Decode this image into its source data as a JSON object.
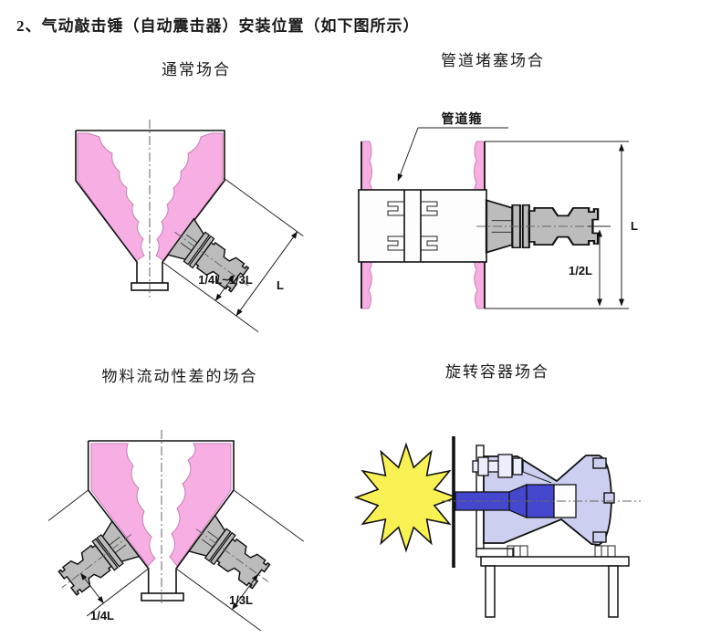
{
  "title": "2、气动敲击锤（自动震击器）安装位置（如下图所示）",
  "colors": {
    "pink": "#f6aee3",
    "gray_metal": "#bcbcbc",
    "lavender": "#cdcff0",
    "blue": "#4547cf",
    "yellow": "#f8f153",
    "white": "#fdfdfd"
  },
  "panels": {
    "normal": {
      "title": "通常场合",
      "dim_range": "1/4L~1/3L",
      "dim_total": "L"
    },
    "pipe": {
      "title": "管道堵塞场合",
      "callout": "管道箍",
      "dim_half": "1/2L",
      "dim_total": "L"
    },
    "poor_flow": {
      "title": "物料流动性差的场合",
      "dim_left": "1/4L",
      "dim_right": "1/3L"
    },
    "rotary": {
      "title": "旋转容器场合"
    }
  }
}
